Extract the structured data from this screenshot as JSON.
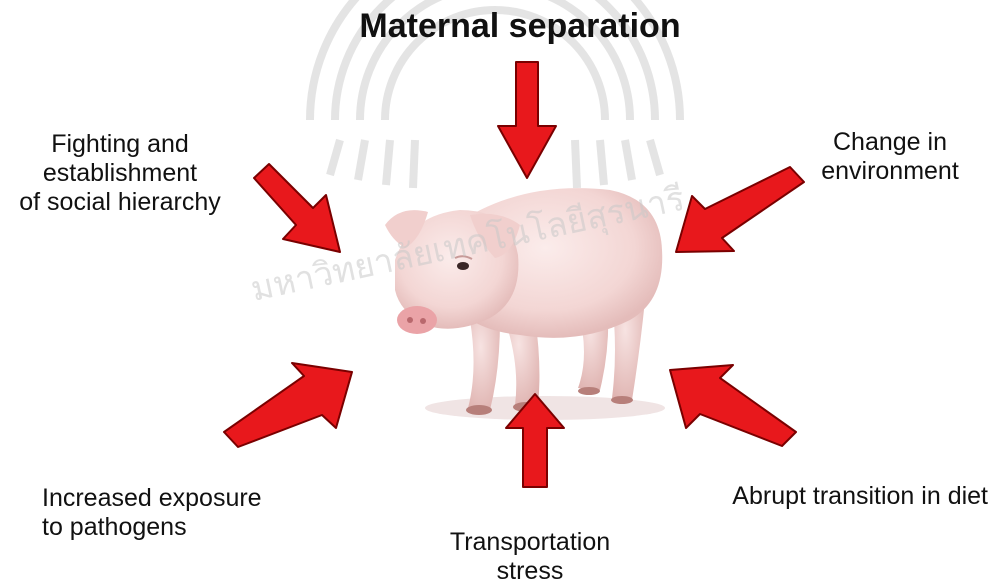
{
  "title": "Maternal separation",
  "labels": {
    "fighting": [
      "Fighting and",
      "establishment",
      "of social hierarchy"
    ],
    "environment": [
      "Change in",
      "environment"
    ],
    "pathogens": [
      "Increased exposure",
      "to pathogens"
    ],
    "transport": [
      "Transportation",
      "stress"
    ],
    "diet": [
      "Abrupt transition in diet"
    ]
  },
  "watermark": {
    "text": "มหาวิทยาลัยเทคโนโลยีสุรนารี"
  },
  "colors": {
    "arrow_fill": "#e8181c",
    "arrow_stroke": "#7a0000",
    "text": "#111111",
    "pig_body": "#f6dedd",
    "pig_shadow": "#e7bdbb",
    "pig_snout": "#e9a7aa",
    "watermark": "#d6d6d6"
  },
  "icons": {
    "pig": "pig-illustration",
    "arrow": "block-arrow-icon",
    "watermark": "university-seal-watermark"
  }
}
